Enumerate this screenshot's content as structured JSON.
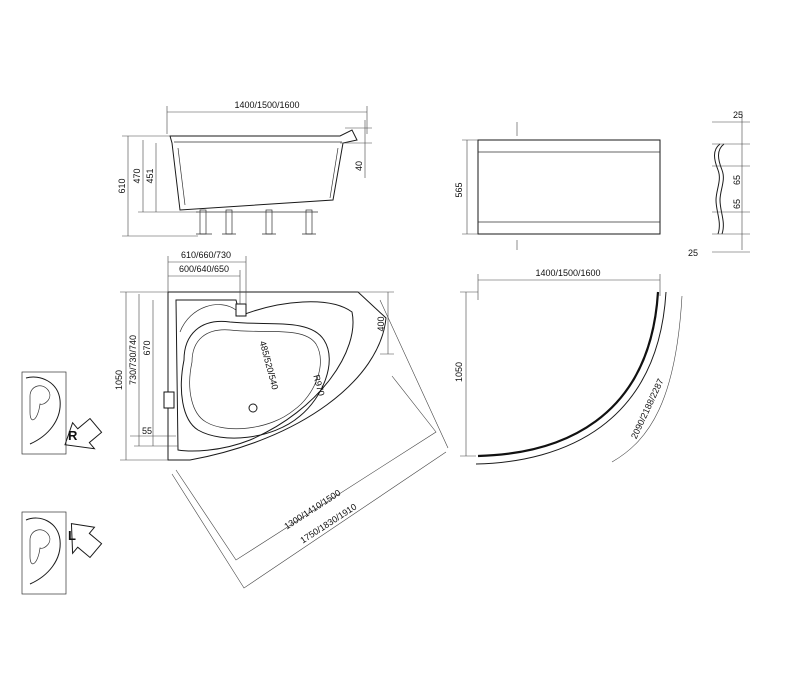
{
  "side_view": {
    "width": "1400/1500/1600",
    "h_610": "610",
    "h_470": "470",
    "h_451": "451",
    "h_40": "40"
  },
  "panel_front": {
    "height": "565"
  },
  "panel_profile": {
    "d_25_top": "25",
    "d_65_a": "65",
    "d_65_b": "65",
    "d_25_bottom": "25"
  },
  "plan": {
    "w_outer": "610/660/730",
    "w_inner": "600/640/650",
    "h_1050": "1050",
    "h_outer": "730/730/740",
    "h_670": "670",
    "d_55": "55",
    "d_400": "400",
    "basin": "485/520/540",
    "radius": "R970",
    "diag_1": "1300/1410/1500",
    "diag_2": "1750/1830/1910"
  },
  "panel_plan": {
    "width": "1400/1500/1600",
    "height": "1050",
    "arc": "2090/2188/2287"
  },
  "variants": {
    "right": "R",
    "left": "L"
  }
}
